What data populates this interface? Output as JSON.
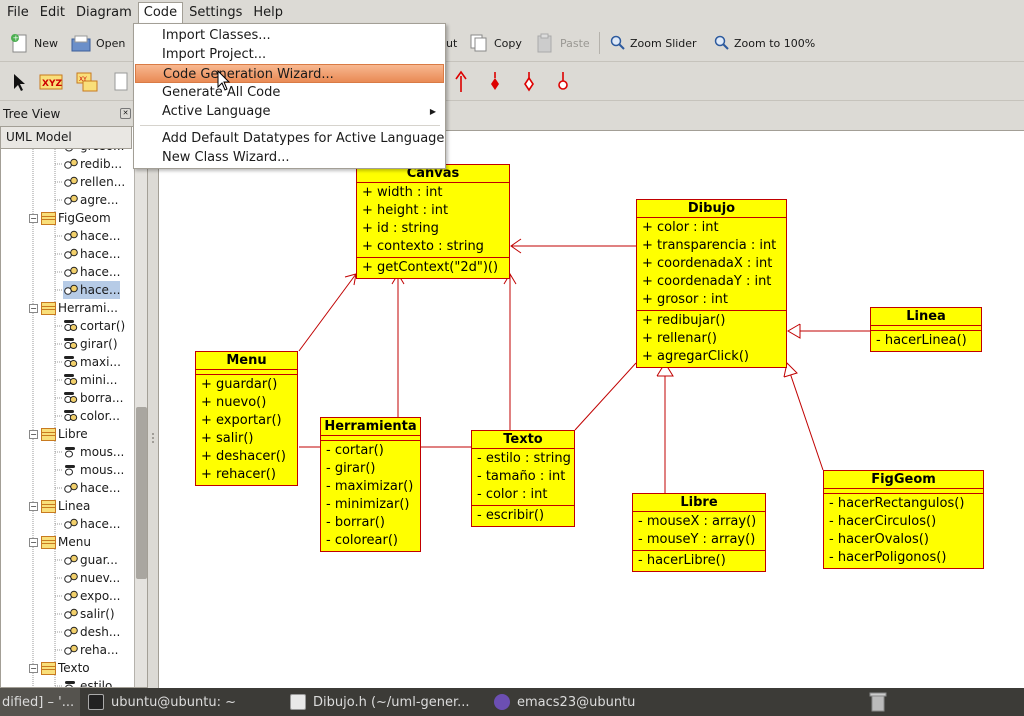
{
  "menubar": [
    "File",
    "Edit",
    "Diagram",
    "Code",
    "Settings",
    "Help"
  ],
  "toolbar": {
    "new": "New",
    "open": "Open",
    "cut_tail": "ut",
    "copy": "Copy",
    "paste": "Paste",
    "zoom_slider": "Zoom Slider",
    "zoom_100": "Zoom to 100%"
  },
  "code_menu": {
    "items": [
      "Import Classes...",
      "Import Project...",
      "Code Generation Wizard...",
      "Generate All Code",
      "Active Language",
      "Add Default Datatypes for Active Language",
      "New Class Wizard..."
    ],
    "highlighted": "Code Generation Wizard...",
    "submenu_arrow": "▶"
  },
  "tree": {
    "header": "Tree View",
    "column": "UML Model",
    "rows": [
      {
        "label": "groso...",
        "type": "attr"
      },
      {
        "label": "redib...",
        "type": "op"
      },
      {
        "label": "rellen...",
        "type": "op"
      },
      {
        "label": "agre...",
        "type": "op"
      },
      {
        "label": "FigGeom",
        "type": "class",
        "toggle": "−"
      },
      {
        "label": "hace...",
        "type": "op"
      },
      {
        "label": "hace...",
        "type": "op"
      },
      {
        "label": "hace...",
        "type": "op"
      },
      {
        "label": "hace...",
        "type": "op",
        "selected": true
      },
      {
        "label": "Herrami...",
        "type": "class",
        "toggle": "−"
      },
      {
        "label": "cortar()",
        "type": "priv"
      },
      {
        "label": "girar()",
        "type": "priv"
      },
      {
        "label": "maxi...",
        "type": "priv"
      },
      {
        "label": "mini...",
        "type": "priv"
      },
      {
        "label": "borra...",
        "type": "priv"
      },
      {
        "label": "color...",
        "type": "priv"
      },
      {
        "label": "Libre",
        "type": "class",
        "toggle": "−"
      },
      {
        "label": "mous...",
        "type": "attr"
      },
      {
        "label": "mous...",
        "type": "attr"
      },
      {
        "label": "hace...",
        "type": "op"
      },
      {
        "label": "Linea",
        "type": "class",
        "toggle": "−"
      },
      {
        "label": "hace...",
        "type": "op"
      },
      {
        "label": "Menu",
        "type": "class",
        "toggle": "−"
      },
      {
        "label": "guar...",
        "type": "op"
      },
      {
        "label": "nuev...",
        "type": "op"
      },
      {
        "label": "expo...",
        "type": "op"
      },
      {
        "label": "salir()",
        "type": "op"
      },
      {
        "label": "desh...",
        "type": "op"
      },
      {
        "label": "reha...",
        "type": "op"
      },
      {
        "label": "Texto",
        "type": "class",
        "toggle": "−"
      },
      {
        "label": "estilo",
        "type": "attr"
      }
    ]
  },
  "classes": {
    "canvas": {
      "name": "Canvas",
      "attrs": [
        "+ width : int",
        "+ height : int",
        "+ id : string",
        "+ contexto : string"
      ],
      "ops": [
        "+ getContext(\"2d\")()"
      ]
    },
    "dibujo": {
      "name": "Dibujo",
      "attrs": [
        "+ color : int",
        "+ transparencia : int",
        "+ coordenadaX : int",
        "+ coordenadaY : int",
        "+ grosor : int"
      ],
      "ops": [
        "+ redibujar()",
        "+ rellenar()",
        "+ agregarClick()"
      ]
    },
    "linea": {
      "name": "Linea",
      "attrs": [],
      "ops": [
        "- hacerLinea()"
      ]
    },
    "menu": {
      "name": "Menu",
      "attrs": [],
      "ops": [
        "+ guardar()",
        "+ nuevo()",
        "+ exportar()",
        "+ salir()",
        "+ deshacer()",
        "+ rehacer()"
      ]
    },
    "herramienta": {
      "name": "Herramienta",
      "attrs": [],
      "ops": [
        "- cortar()",
        "- girar()",
        "- maximizar()",
        "- minimizar()",
        "- borrar()",
        "- colorear()"
      ]
    },
    "texto": {
      "name": "Texto",
      "attrs": [
        "- estilo : string",
        "- tamaño : int",
        "- color : int"
      ],
      "ops": [
        "- escribir()"
      ]
    },
    "libre": {
      "name": "Libre",
      "attrs": [
        "- mouseX : array()",
        "- mouseY : array()"
      ],
      "ops": [
        "- hacerLibre()"
      ]
    },
    "figgeom": {
      "name": "FigGeom",
      "attrs": [],
      "ops": [
        "- hacerRectangulos()",
        "- hacerCirculos()",
        "- hacerOvalos()",
        "- hacerPoligonos()"
      ]
    }
  },
  "taskbar": {
    "item1": "dified] – '...",
    "item2": "ubuntu@ubuntu: ~",
    "item3": "Dibujo.h (~/uml-gener...",
    "item4": "emacs23@ubuntu"
  },
  "colors": {
    "class_fill": "#ffff00",
    "class_border": "#c00000",
    "highlight": "#e98a55"
  }
}
